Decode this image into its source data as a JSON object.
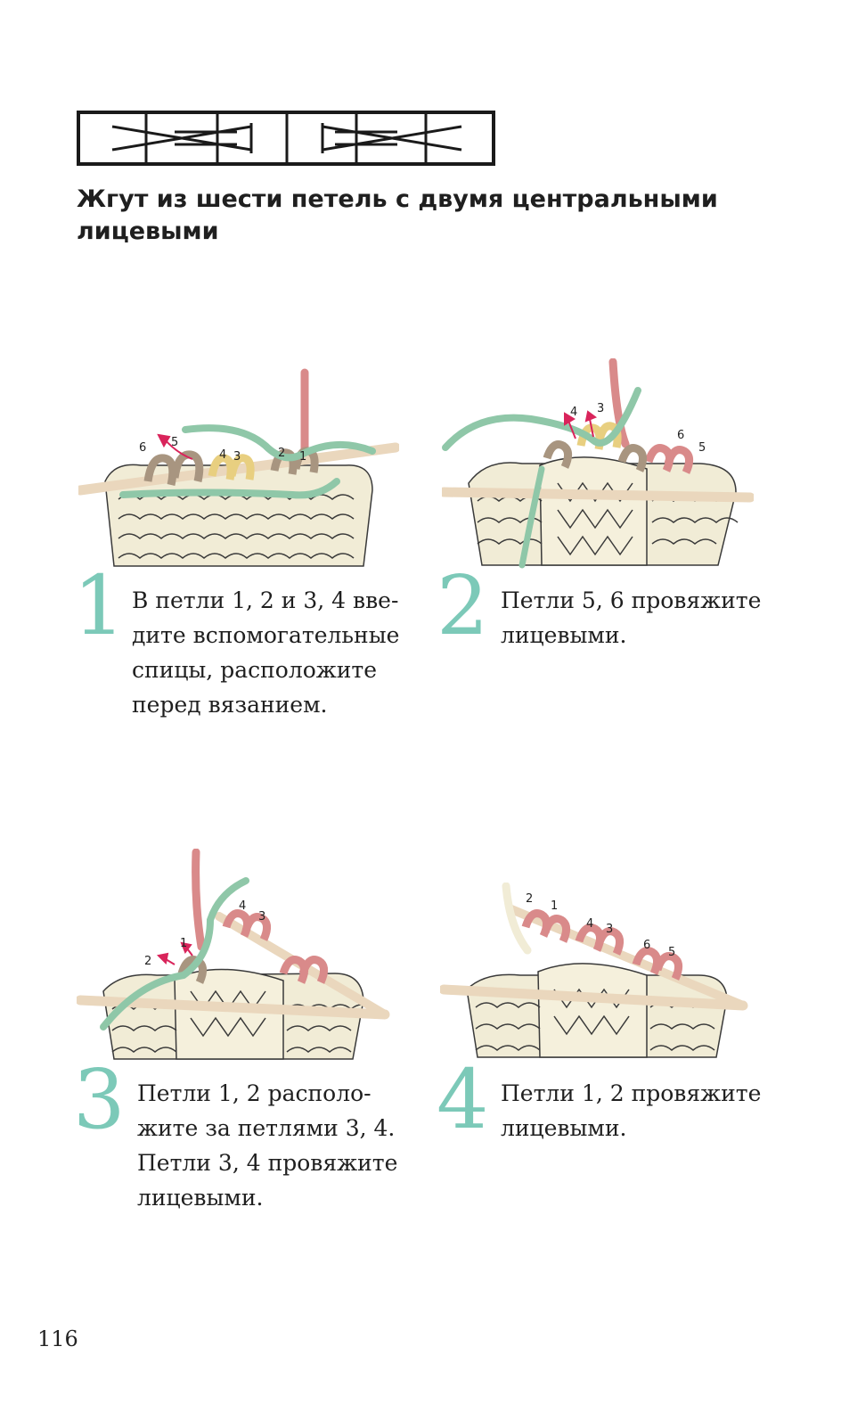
{
  "title": "Жгут из шести петель с двумя центральными лицевыми",
  "colors": {
    "accent_number": "#7cc9b8",
    "yarn": "#f1ecd6",
    "yarn_outline": "#3a3a3a",
    "needle": "#ead7bd",
    "aux_needle": "#8fc7a8",
    "working_yarn": "#d98a8a",
    "loops_1_2": "#a89580",
    "loops_3_4": "#e8cf80",
    "loops_5_6": "#d98a8a",
    "arrow": "#d9245b"
  },
  "steps": [
    {
      "number": "1",
      "text": "В петли 1, 2 и 3, 4 вве-\nдите вспомогательные\nспицы, расположите\nперед вязанием.",
      "labels": [
        "6",
        "5",
        "4",
        "3",
        "2",
        "1"
      ]
    },
    {
      "number": "2",
      "text": "Петли 5, 6 провяжите\nлицевыми.",
      "labels": [
        "4",
        "3",
        "6",
        "5"
      ]
    },
    {
      "number": "3",
      "text": "Петли 1, 2 располо-\nжите за петлями 3, 4.\nПетли 3, 4 провяжите\nлицевыми.",
      "labels": [
        "4",
        "3",
        "2",
        "1"
      ]
    },
    {
      "number": "4",
      "text": "Петли 1, 2 провяжите\nлицевыми.",
      "labels": [
        "2",
        "1",
        "4",
        "3",
        "6",
        "5"
      ]
    }
  ],
  "page_number": "116"
}
